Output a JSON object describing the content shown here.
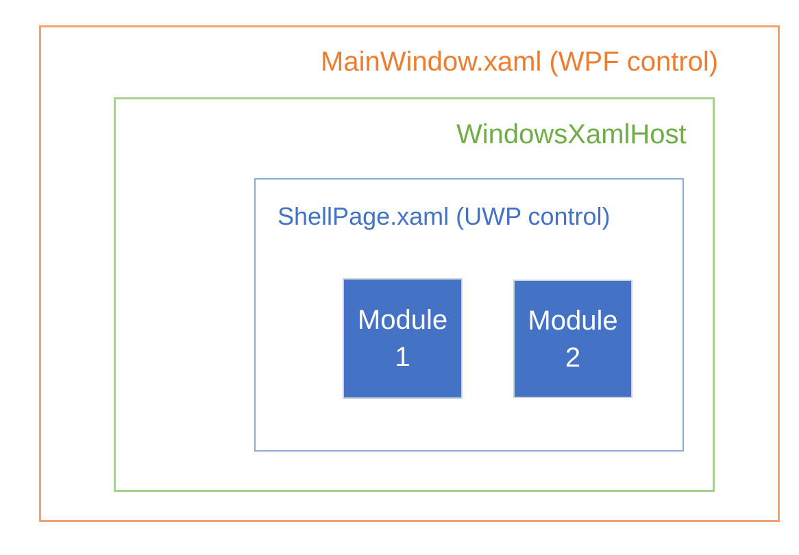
{
  "diagram": {
    "title_box": {
      "label": "MainWindow.xaml (WPF control)"
    },
    "host_box": {
      "label": "WindowsXamlHost"
    },
    "shell_box": {
      "label": "ShellPage.xaml (UWP control)"
    },
    "modules": [
      {
        "name": "Module",
        "number": "1"
      },
      {
        "name": "Module",
        "number": "2"
      }
    ]
  },
  "colors": {
    "orange-text": "#ED7D31",
    "orange-border": "#F2A16C",
    "green-text": "#70AD47",
    "green-border": "#A9D18E",
    "blue-text": "#4472C4",
    "blue-border": "#8EAADB",
    "module-fill": "#4472C4",
    "module-border": "#CDD3DD",
    "module-text": "#FFFFFF"
  }
}
